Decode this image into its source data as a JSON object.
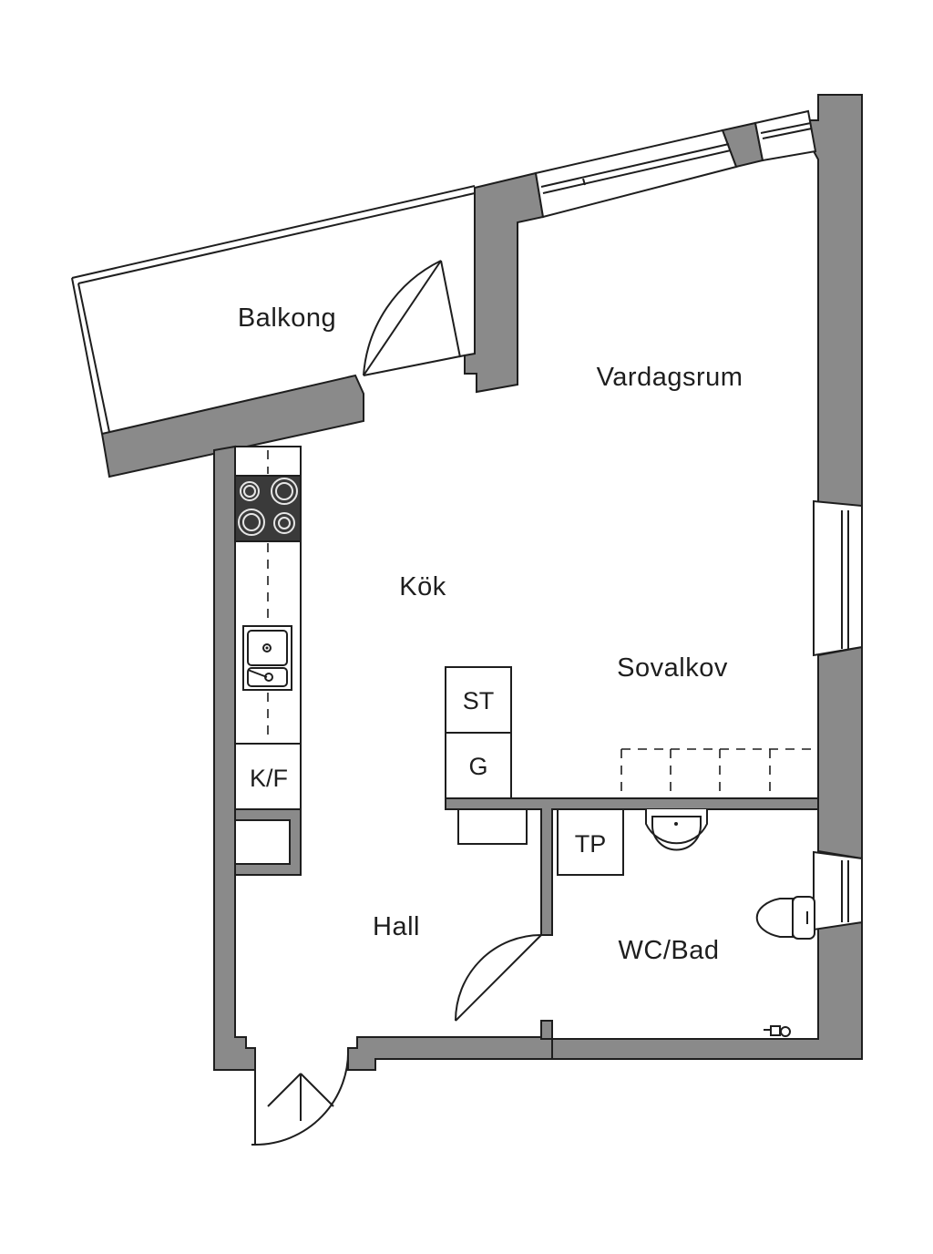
{
  "plan": {
    "rooms": {
      "balkong": "Balkong",
      "vardagsrum": "Vardagsrum",
      "kok": "Kök",
      "sovalkov": "Sovalkov",
      "hall": "Hall",
      "wc_bad": "WC/Bad"
    },
    "fixtures": {
      "st": "ST",
      "g": "G",
      "kf": "K/F",
      "tp": "TP"
    },
    "colors": {
      "wall": "#8a8a8a",
      "line": "#1e1e1e",
      "stove": "#3a3a3a",
      "background": "#ffffff"
    }
  }
}
